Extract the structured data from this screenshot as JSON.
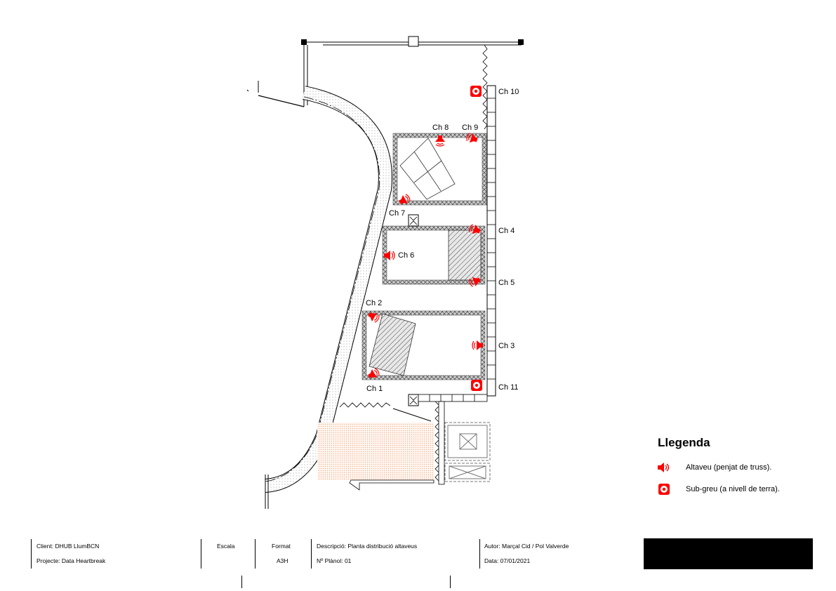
{
  "channels": {
    "ch1": "Ch 1",
    "ch2": "Ch 2",
    "ch3": "Ch 3",
    "ch4": "Ch 4",
    "ch5": "Ch 5",
    "ch6": "Ch 6",
    "ch7": "Ch 7",
    "ch8": "Ch 8",
    "ch9": "Ch 9",
    "ch10": "Ch 10",
    "ch11": "Ch 11"
  },
  "legend": {
    "title": "Llegenda",
    "speaker_label": "Altaveu (penjat de truss).",
    "sub_label": "Sub-greu (a nivell de terra).",
    "speaker_icon": "speaker-icon",
    "sub_icon": "subwoofer-icon",
    "color": "#ff0000"
  },
  "title_block": {
    "client": "Client: DHUB LlumBCN",
    "project": "Projecte: Data Heartbreak",
    "scale_header": "Escala",
    "format_header": "Format",
    "format_value": "A3H",
    "description": "Descripció: Planta distribució altaveus",
    "plan_number": "Nº Plànol: 01",
    "author": "Autor: Marçal Cid / Pol Valverde",
    "date": "Data:  07/01/2021"
  }
}
